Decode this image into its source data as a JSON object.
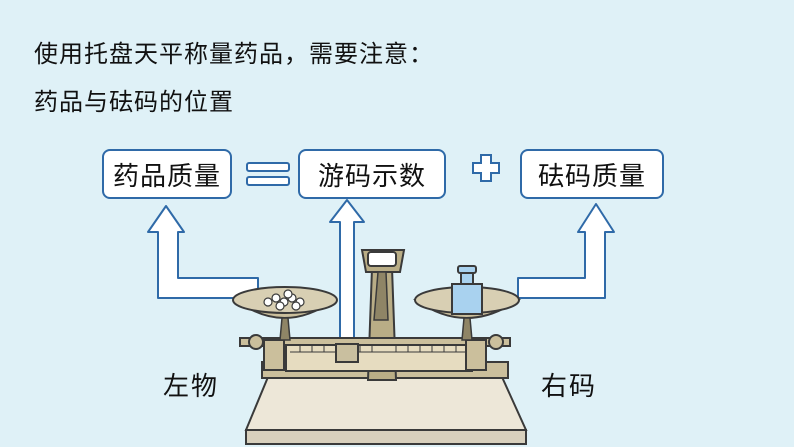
{
  "intro": {
    "line1": "使用托盘天平称量药品，需要注意：",
    "line2": "药品与砝码的位置"
  },
  "formula": {
    "left_box": "药品质量",
    "middle_box": "游码示数",
    "right_box": "砝码质量",
    "equals_icon": "equals-icon",
    "plus_icon": "plus-icon"
  },
  "labels": {
    "left": "左物",
    "right": "右码"
  },
  "colors": {
    "background": "#dff1f7",
    "accent": "#2f6aa8"
  }
}
